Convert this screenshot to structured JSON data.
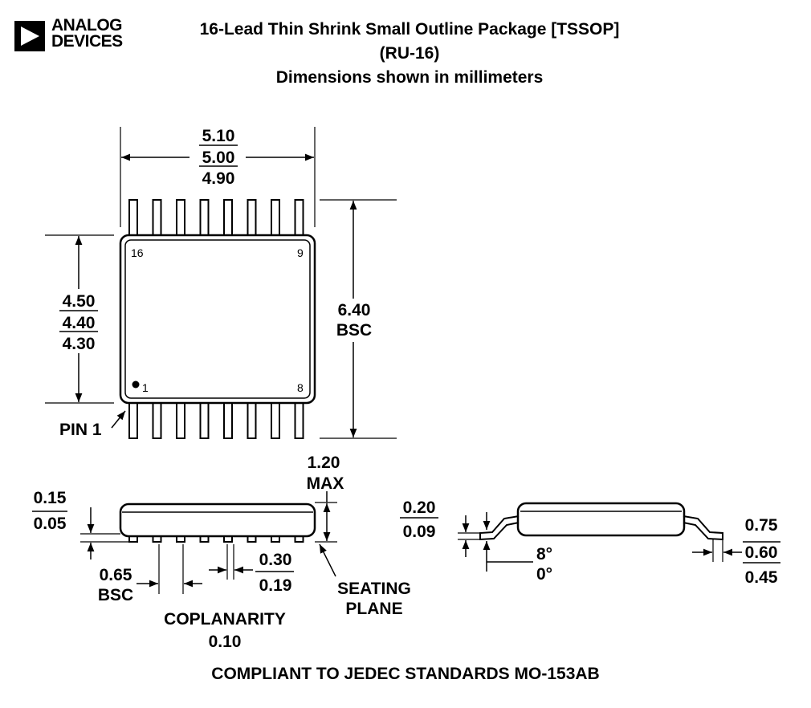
{
  "logo": {
    "line1": "ANALOG",
    "line2": "DEVICES"
  },
  "title": {
    "line1": "16-Lead Thin Shrink Small Outline Package [TSSOP]",
    "line2": "(RU-16)",
    "line3": "Dimensions shown in millimeters"
  },
  "top_view": {
    "length": {
      "max": "5.10",
      "nom": "5.00",
      "min": "4.90"
    },
    "body_width": {
      "max": "4.50",
      "nom": "4.40",
      "min": "4.30"
    },
    "lead_span": {
      "value": "6.40",
      "note": "BSC"
    },
    "pin_labels": {
      "p16": "16",
      "p9": "9",
      "p1": "1",
      "p8": "8"
    },
    "pin1_label": "PIN 1"
  },
  "side_view": {
    "height": {
      "value": "1.20",
      "note": "MAX"
    },
    "standoff": {
      "max": "0.15",
      "min": "0.05"
    },
    "pitch": {
      "value": "0.65",
      "note": "BSC"
    },
    "lead_width": {
      "max": "0.30",
      "min": "0.19"
    },
    "seating_plane": {
      "line1": "SEATING",
      "line2": "PLANE"
    },
    "coplanarity": {
      "label": "COPLANARITY",
      "value": "0.10"
    }
  },
  "end_view": {
    "lead_thickness": {
      "max": "0.20",
      "min": "0.09"
    },
    "angle": {
      "max": "8°",
      "min": "0°"
    },
    "foot_length": {
      "max": "0.75",
      "nom": "0.60",
      "min": "0.45"
    }
  },
  "footer": "COMPLIANT TO JEDEC STANDARDS MO-153AB",
  "colors": {
    "ink": "#000000",
    "paper": "#ffffff"
  }
}
